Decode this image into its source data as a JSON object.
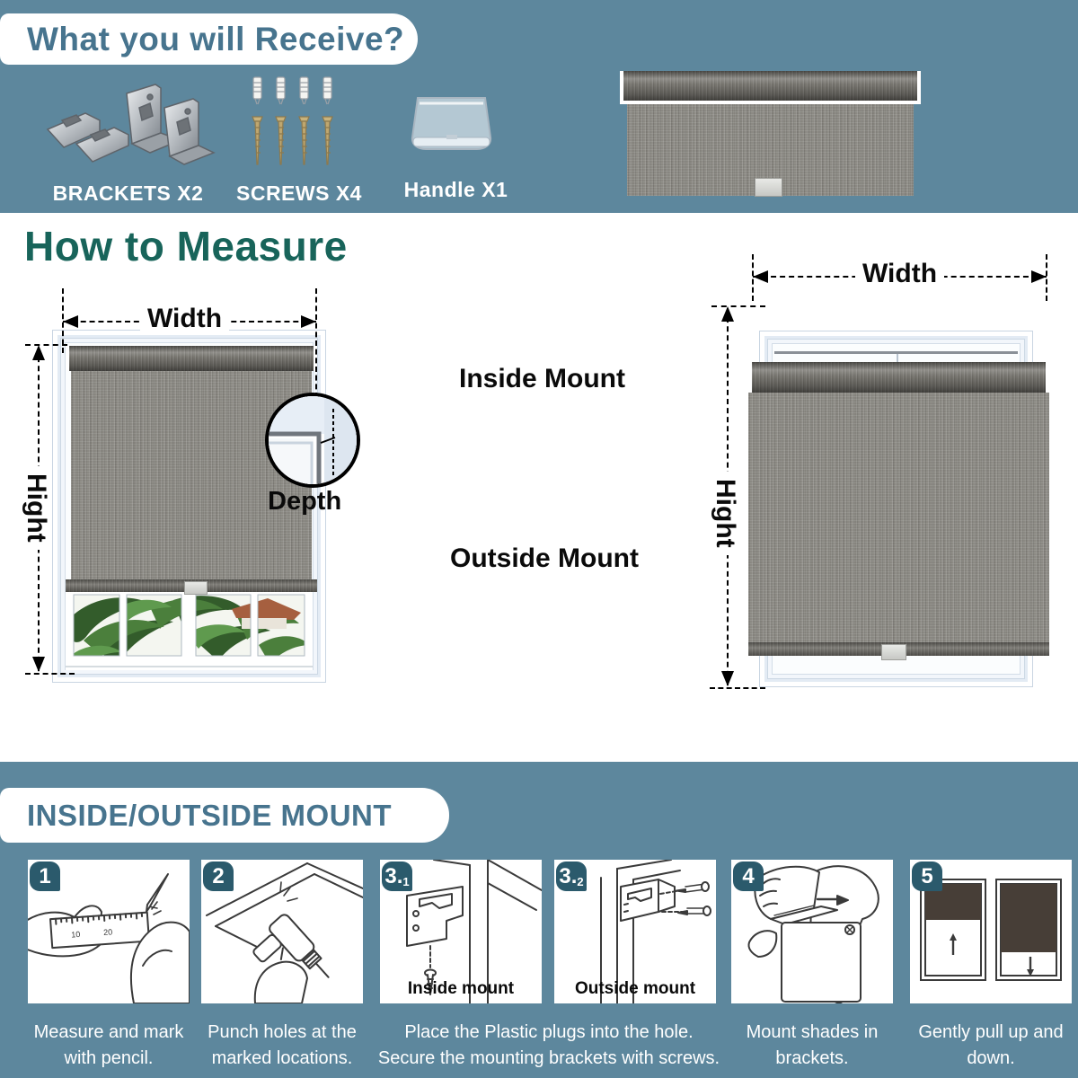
{
  "colors": {
    "background_blue": "#5d879d",
    "banner_text": "#47748e",
    "measure_title_teal": "#18645a",
    "step_badge": "#2b5a6c",
    "shade_fabric_gray": "#8b8983"
  },
  "receive": {
    "title": "What you will Receive?",
    "items": [
      {
        "name": "brackets",
        "label": "BRACKETS X2"
      },
      {
        "name": "screws",
        "label": "SCREWS X4"
      },
      {
        "name": "handle",
        "label": "Handle X1"
      }
    ]
  },
  "measure": {
    "title": "How to Measure",
    "inside_label": "Inside Mount",
    "outside_label": "Outside Mount",
    "left": {
      "width": "Width",
      "height": "Hight",
      "depth": "Depth"
    },
    "right": {
      "width": "Width",
      "height": "Hight"
    }
  },
  "install": {
    "title": "INSIDE/OUTSIDE MOUNT",
    "steps": [
      {
        "badge_main": "1",
        "badge_sub": "",
        "caption": [
          "Measure and mark",
          "with pencil."
        ]
      },
      {
        "badge_main": "2",
        "badge_sub": "",
        "caption": [
          "Punch holes at the",
          "marked locations."
        ]
      },
      {
        "badge_main": "3.",
        "badge_sub": "1",
        "inner_label": "Inside mount"
      },
      {
        "badge_main": "3.",
        "badge_sub": "2",
        "inner_label": "Outside mount"
      },
      {
        "badge_main": "4",
        "badge_sub": "",
        "caption": [
          "Mount shades in",
          "brackets."
        ]
      },
      {
        "badge_main": "5",
        "badge_sub": "",
        "caption": [
          "Gently pull up and",
          "down."
        ]
      }
    ],
    "step3_caption": [
      "Place the Plastic plugs into the hole.",
      "Secure the mounting brackets with screws."
    ],
    "ruler_marks": [
      "10",
      "20"
    ]
  }
}
